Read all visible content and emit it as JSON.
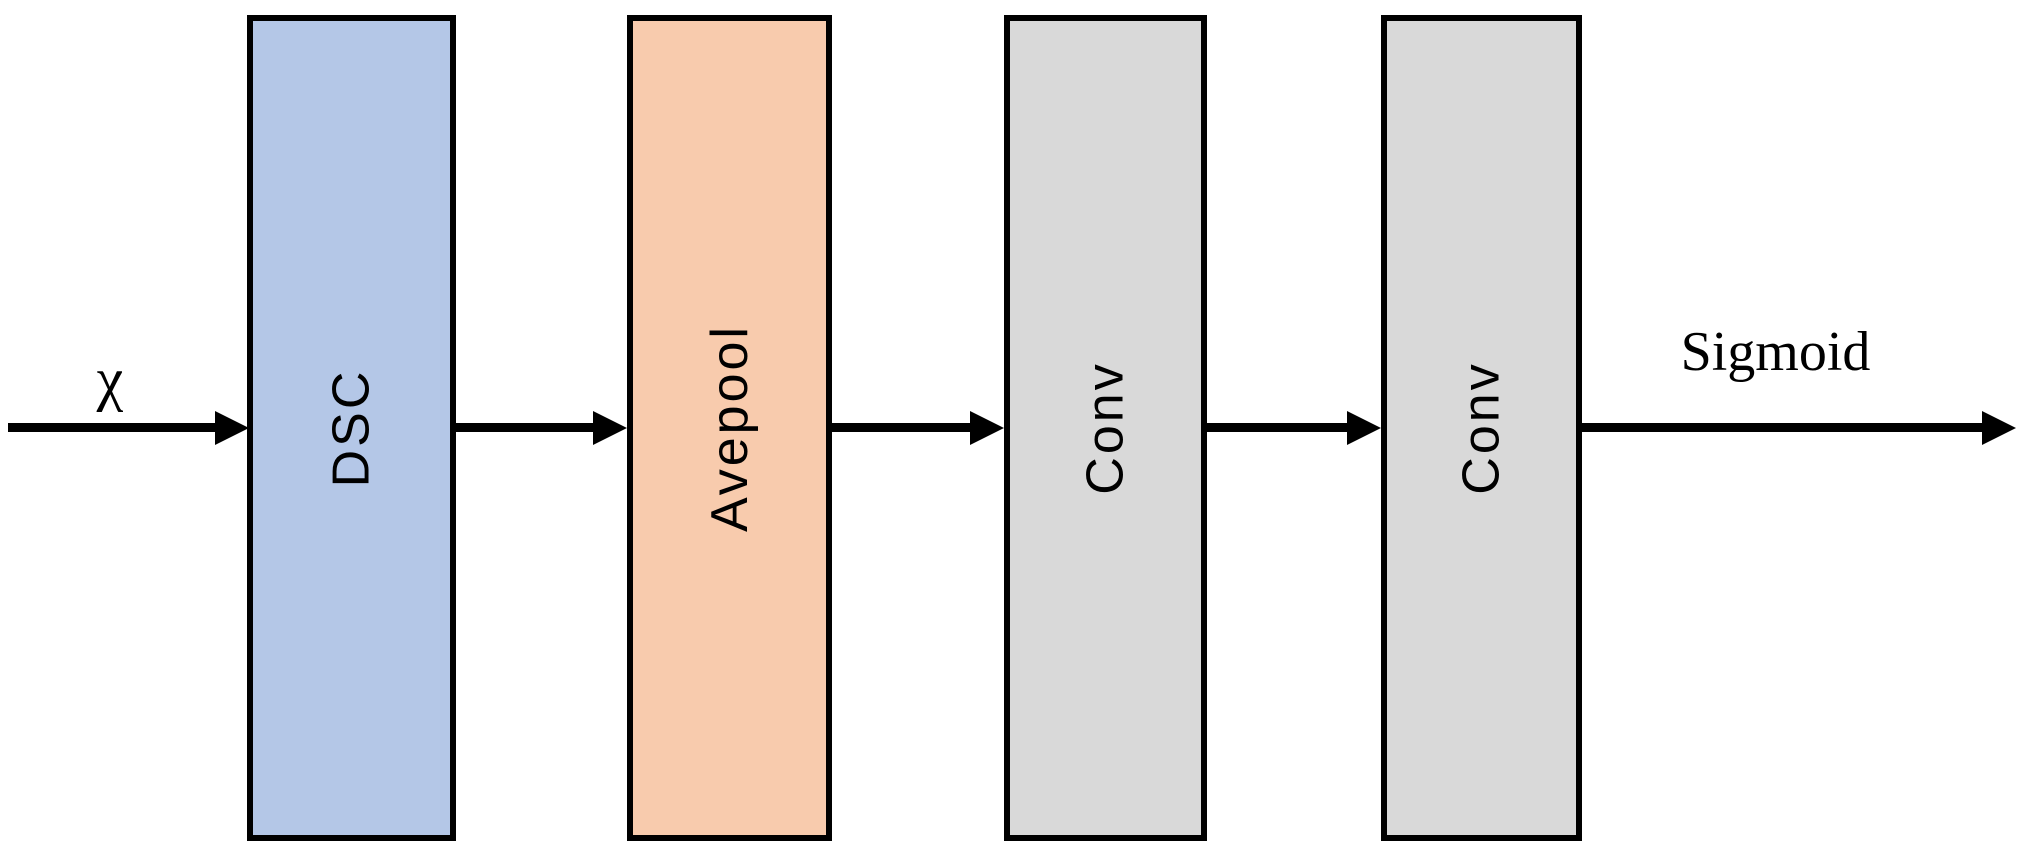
{
  "figure": {
    "type": "block-diagram",
    "input_label": "χ",
    "output_label": "Sigmoid",
    "blocks": [
      {
        "id": "dsc",
        "label": "DSC",
        "fill": "#b4c7e7"
      },
      {
        "id": "avepool",
        "label": "Avepool",
        "fill": "#f8cbad"
      },
      {
        "id": "conv1",
        "label": "Conv",
        "fill": "#d9d9d9"
      },
      {
        "id": "conv2",
        "label": "Conv",
        "fill": "#d9d9d9"
      }
    ],
    "colors": {
      "block_border": "#000000",
      "arrow": "#000000",
      "text": "#000000",
      "background": "#ffffff"
    }
  }
}
